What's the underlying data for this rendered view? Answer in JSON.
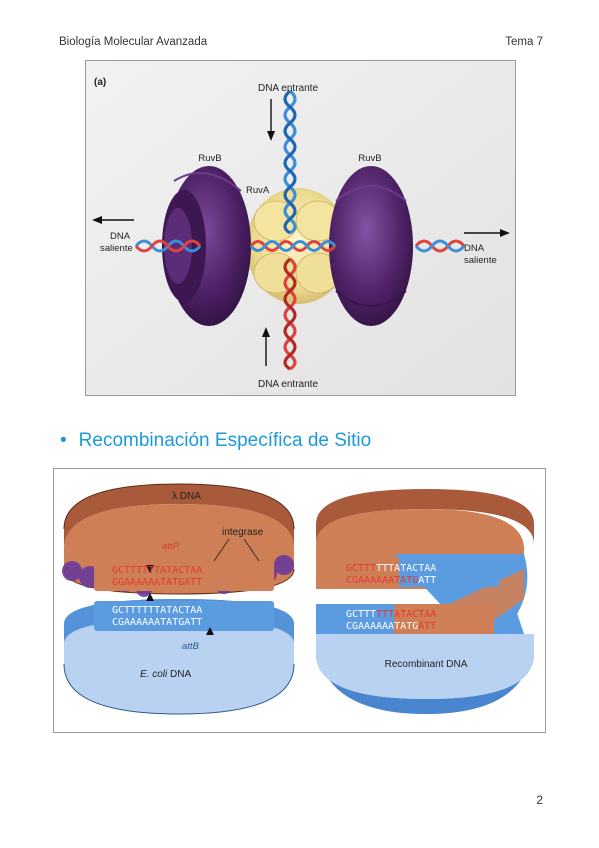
{
  "header": {
    "left": "Biología Molecular Avanzada",
    "right": "Tema 7"
  },
  "figure1": {
    "panel_label": "(a)",
    "dna_entrante_top": "DNA entrante",
    "dna_entrante_bottom": "DNA entrante",
    "ruvb_left": "RuvB",
    "ruvb_right": "RuvB",
    "ruva": "RuvA",
    "dna_left_1": "DNA",
    "dna_left_2": "saliente",
    "dna_right_1": "DNA",
    "dna_right_2": "saliente"
  },
  "section": {
    "bullet": "•",
    "title": "Recombinación Específica de Sitio"
  },
  "figure2": {
    "lambda_dna": "λ DNA",
    "integrase": "integrase",
    "attP": "attP",
    "attB": "attB",
    "ecoli": "E. coli",
    "ecoli_suffix": " DNA",
    "recombinant": "Recombinant DNA",
    "left_seq1": "GCTTTTTTATACTAA",
    "left_seq2": "GGAAAAAATATGATT",
    "left_seq3": "GCTTTTTTATACTAA",
    "left_seq4": "CGAAAAAATATGATT",
    "right_seq1_a": "GCTTT",
    "right_seq1_b": "TTTATACTAA",
    "right_seq2_a": "CGAAAAAATATG",
    "right_seq2_b": "ATT",
    "right_seq3_a": "GCTTT",
    "right_seq3_b": "TTTATACTAA",
    "right_seq4_a": "CGAAAAAATATG",
    "right_seq4_b": "ATT"
  },
  "page_number": "2",
  "colors": {
    "accent": "#1a9ad9",
    "ruvb": "#4a1f62",
    "ruva": "#ecd98a",
    "dna_blue": "#3a8fd8",
    "dna_red": "#e0413a",
    "band_orange": "#cf7f55",
    "band_blue": "#5b9be0"
  }
}
